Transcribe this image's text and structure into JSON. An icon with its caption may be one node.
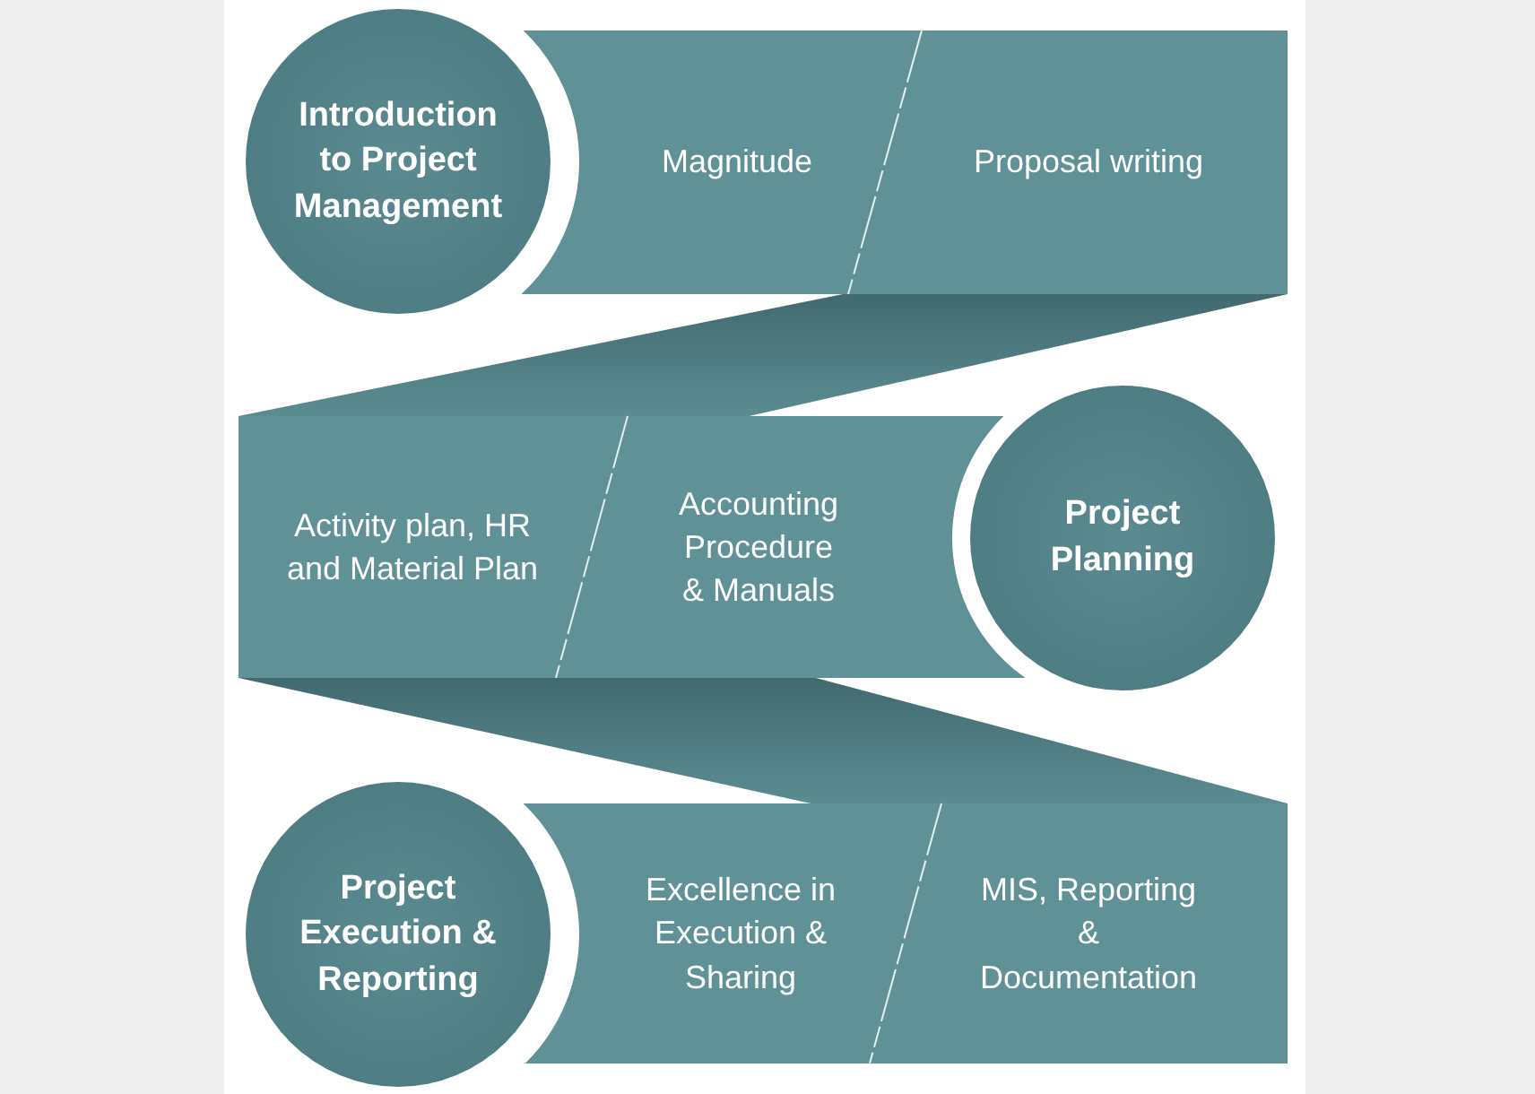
{
  "diagram": {
    "nodes": [
      {
        "text": [
          "Introduction to Project Management"
        ]
      },
      {
        "text": [],
        "shape": "bar"
      },
      {
        "text": [
          "Magnitude"
        ],
        "in": 1
      },
      {
        "text": [
          "Proposal writing"
        ],
        "in": 1
      },
      {
        "text": [],
        "shape": "bar"
      },
      {
        "text": [
          "Activity plan, HR and Material Plan"
        ],
        "in": 4
      },
      {
        "text": [
          "Accounting Procedure & Manuals"
        ],
        "in": 4
      },
      {
        "text": [
          "Project Planning"
        ]
      },
      {
        "text": [
          "Project Execution & Reporting"
        ]
      },
      {
        "text": [],
        "shape": "bar"
      },
      {
        "text": [
          "Excellence in Execution & Sharing"
        ],
        "in": 9
      },
      {
        "text": [
          "MIS, Reporting & Documentation"
        ],
        "in": 9
      }
    ],
    "edges": [
      {
        "from": 1,
        "to": 4,
        "arrow": "none",
        "style": "thick"
      },
      {
        "from": 4,
        "to": 9,
        "arrow": "none",
        "style": "thick"
      }
    ]
  }
}
